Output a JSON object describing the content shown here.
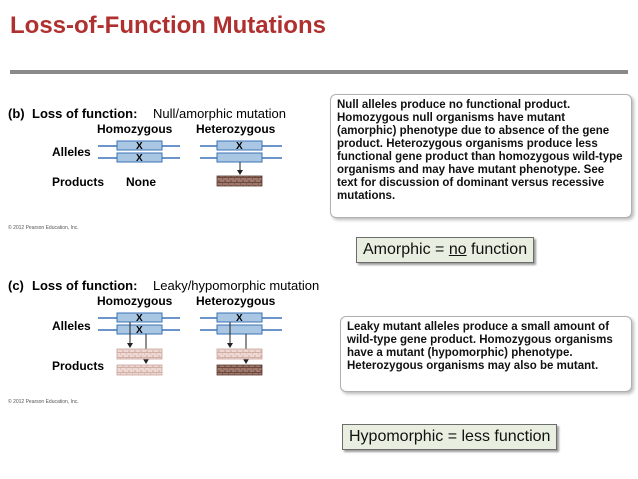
{
  "slide": {
    "title": "Loss-of-Function Mutations"
  },
  "panel_b": {
    "label": "(b)",
    "title_bold": "Loss of function:",
    "title_rest": "Null/amorphic mutation",
    "col_homozygous": "Homozygous",
    "col_heterozygous": "Heterozygous",
    "row_alleles": "Alleles",
    "row_products": "Products",
    "homozygous_products": "None",
    "mutation_mark": "X",
    "copyright": "© 2012 Pearson Education, Inc.",
    "note": "Null alleles produce no functional product. Homozygous null organisms have mutant (amorphic) phenotype due to absence of the gene product. Heterozygous organisms produce less functional gene product than homozygous wild-type organisms and may have mutant phenotype. See text for discussion of dominant versus recessive mutations."
  },
  "panel_c": {
    "label": "(c)",
    "title_bold": "Loss of function:",
    "title_rest": "Leaky/hypomorphic mutation",
    "col_homozygous": "Homozygous",
    "col_heterozygous": "Heterozygous",
    "row_alleles": "Alleles",
    "row_products": "Products",
    "mutation_mark": "X",
    "copyright": "© 2012 Pearson Education, Inc.",
    "note": "Leaky mutant alleles produce a small amount of wild-type gene product. Homozygous organisms have a mutant (hypomorphic) phenotype. Heterozygous organisms may also be mutant."
  },
  "callouts": {
    "amorphic_prefix": "Amorphic = ",
    "amorphic_underlined": "no",
    "amorphic_suffix": " function",
    "hypomorphic": "Hypomorphic = less function"
  },
  "colors": {
    "title": "#b03030",
    "gene_fill": "#a9c7e3",
    "gene_stroke": "#3a72b5",
    "chromosome_line": "#3a72b5",
    "product_dark": "#a0786c",
    "product_light": "#efd7d2",
    "callout_fill": "#e8efe0"
  }
}
